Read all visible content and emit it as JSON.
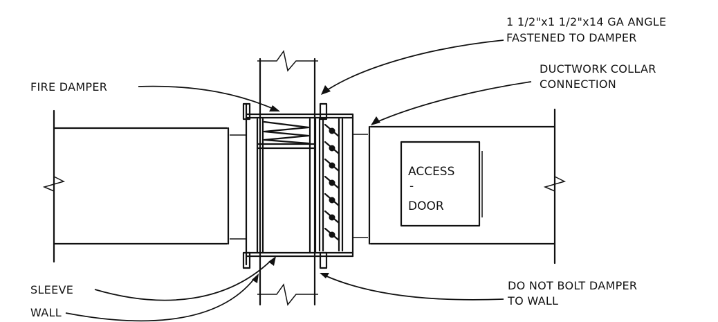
{
  "labels": {
    "angle_line1": "1 1/2\"x1 1/2\"x14 GA ANGLE",
    "angle_line2": "FASTENED TO DAMPER",
    "fire_damper": "FIRE DAMPER",
    "collar_line1": "DUCTWORK COLLAR",
    "collar_line2": "CONNECTION",
    "access": "ACCESS",
    "access_dash": "-",
    "door": "DOOR",
    "sleeve": "SLEEVE",
    "wall": "WALL",
    "nobolt_line1": "DO NOT BOLT DAMPER",
    "nobolt_line2": "TO WALL"
  }
}
